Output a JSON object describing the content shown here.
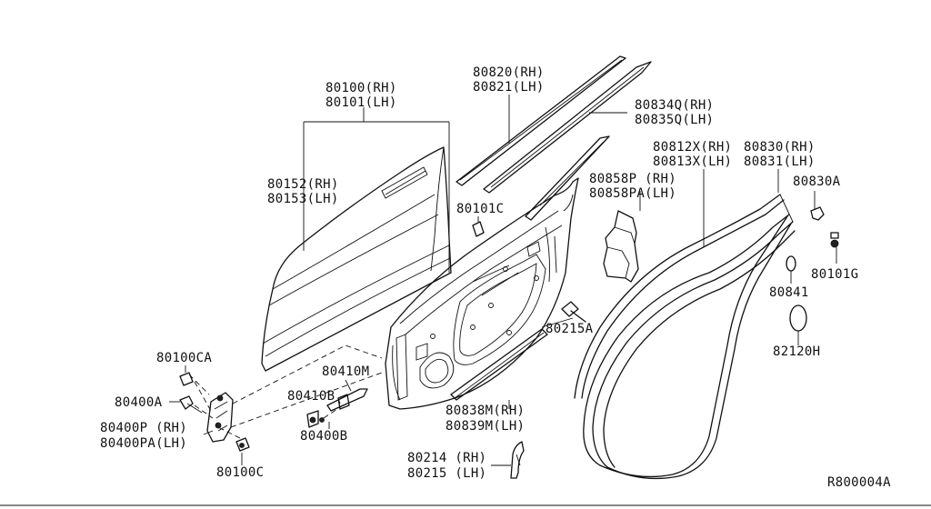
{
  "labels": {
    "door_rh": "80100(RH)",
    "door_lh": "80101(LH)",
    "skin_rh": "80152(RH)",
    "skin_lh": "80153(LH)",
    "mould_rh": "80820(RH)",
    "mould_lh": "80821(LH)",
    "weather_rh": "80834Q(RH)",
    "weather_lh": "80835Q(LH)",
    "seal_rh": "80812X(RH)",
    "seal_lh": "80813X(LH)",
    "seal2_rh": "80830(RH)",
    "seal2_lh": "80831(LH)",
    "clip_830a": "80830A",
    "sash_rh": "80858P (RH)",
    "sash_lh": "80858PA(LH)",
    "clip_101c": "80101C",
    "clip_101g": "80101G",
    "plug_841": "80841",
    "plug_82120": "82120H",
    "bolt_215a": "80215A",
    "strip_rh": "80838M(RH)",
    "strip_lh": "80839M(LH)",
    "check_410m": "80410M",
    "check_410b": "80410B",
    "check_400b": "80400B",
    "bolt_100ca": "80100CA",
    "bolt_400a": "80400A",
    "hinge_rh": "80400P (RH)",
    "hinge_lh": "80400PA(LH)",
    "bolt_100c": "80100C",
    "plate_rh": "80214 (RH)",
    "plate_lh": "80215 (LH)",
    "ref_code": "R800004A"
  }
}
